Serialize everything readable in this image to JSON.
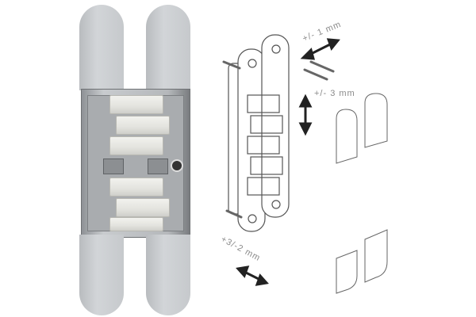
{
  "image": {
    "subject": "concealed 3D-adjustable door hinge",
    "photo": {
      "description": "silver hinge product photo",
      "color": "#c6c9cc"
    },
    "diagram": {
      "labels": [
        {
          "id": "lateral",
          "text": "+/- 1 mm"
        },
        {
          "id": "vertical",
          "text": "+/- 3 mm"
        },
        {
          "id": "depth",
          "text": "+3/-2 mm"
        }
      ]
    }
  }
}
